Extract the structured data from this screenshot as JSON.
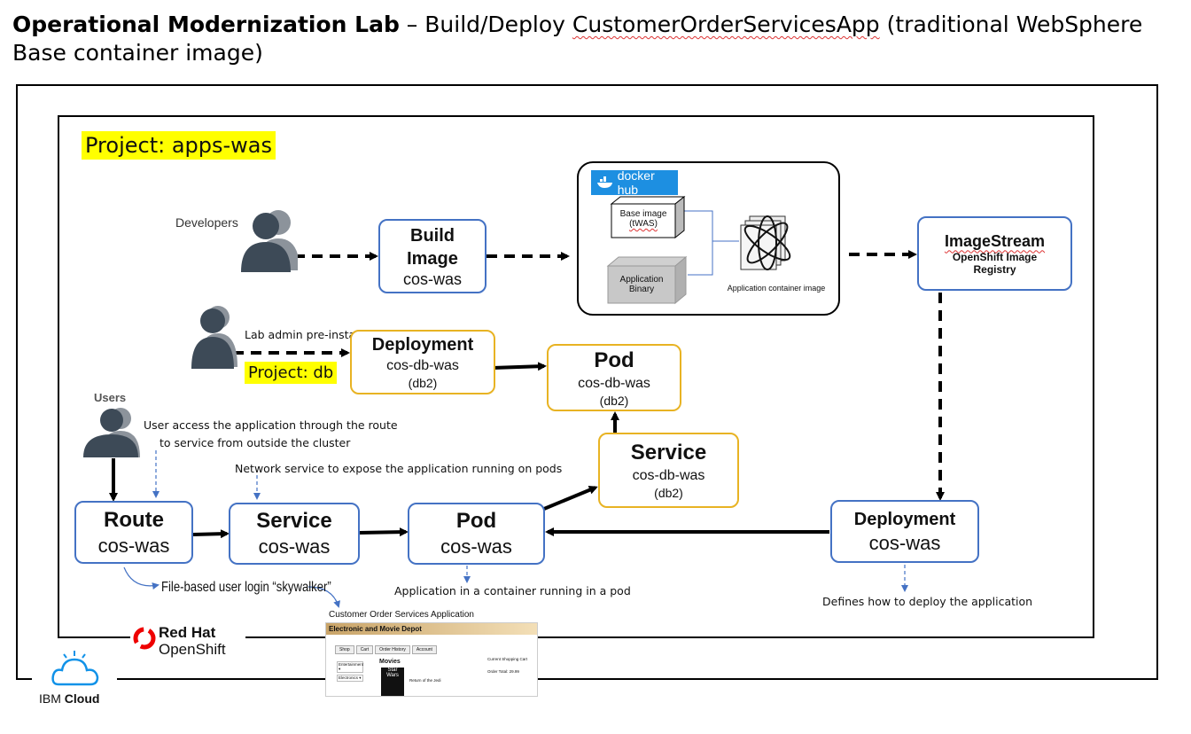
{
  "title": {
    "part1": "Operational Modernization Lab",
    "part2": " – Build/Deploy ",
    "app": "CustomerOrderServicesApp",
    "part3": " (traditional WebSphere Base container image)"
  },
  "project_apps": "Project: apps-was",
  "project_db": "Project: db",
  "actors": {
    "developers": "Developers",
    "lab_admin": "Lab admin pre-install",
    "users": "Users"
  },
  "build": {
    "line1": "Build",
    "line2": "Image",
    "sub": "cos-was"
  },
  "dockerhub": {
    "logo": "docker hub",
    "base_image_line1": "Base image",
    "base_image_line2": "(tWAS)",
    "app_binary_line1": "Application",
    "app_binary_line2": "Binary",
    "container_label": "Application container image"
  },
  "imagestream": {
    "title": "ImageStream",
    "line1": "OpenShift Image",
    "line2": "Registry"
  },
  "deployment_db": {
    "title": "Deployment",
    "name": "cos-db-was",
    "db": "(db2)"
  },
  "pod_db": {
    "title": "Pod",
    "name": "cos-db-was",
    "db": "(db2)"
  },
  "service_db": {
    "title": "Service",
    "name": "cos-db-was",
    "db": "(db2)"
  },
  "route": {
    "title": "Route",
    "name": "cos-was"
  },
  "service": {
    "title": "Service",
    "name": "cos-was"
  },
  "pod": {
    "title": "Pod",
    "name": "cos-was"
  },
  "deployment": {
    "title": "Deployment",
    "name": "cos-was"
  },
  "notes": {
    "user_access_1": "User access the application through the route",
    "user_access_2": "to service from outside the cluster",
    "network_service": "Network service to expose the application running on pods",
    "file_login": "File-based user login “skywalker”",
    "app_in_container": "Application in a container running in a pod",
    "defines": "Defines how to deploy the application"
  },
  "screenshot": {
    "caption": "Customer Order Services Application",
    "header": "Electronic and Movie Depot",
    "tabs": [
      "Shop",
      "Cart",
      "Order History",
      "Account"
    ],
    "side": [
      "Entertainment ▾",
      "Electronics ▾"
    ],
    "section": "Movies",
    "poster": "Star Wars",
    "item": "Return of the Jedi",
    "cart_title": "Current Shopping Cart",
    "order_total": "Order Total: 29.99"
  },
  "logos": {
    "redhat_1": "Red Hat",
    "redhat_2": "OpenShift",
    "ibm_1": "IBM",
    "ibm_2": "Cloud"
  },
  "colors": {
    "blue_border": "#4472c4",
    "gold_border": "#e8b323",
    "highlight": "#ffff00",
    "docker_blue": "#1d8fe1"
  }
}
